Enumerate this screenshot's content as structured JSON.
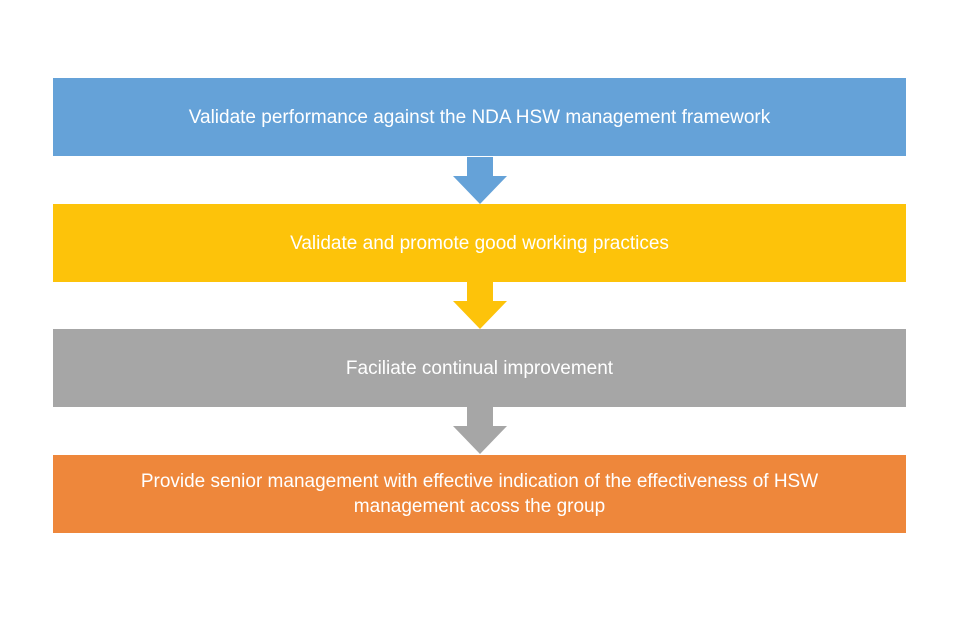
{
  "steps": [
    {
      "label": "Validate performance against the NDA HSW management framework",
      "color": "#65a2d8"
    },
    {
      "label": "Validate and promote good working practices",
      "color": "#fdc30a"
    },
    {
      "label": "Faciliate continual improvement",
      "color": "#a6a6a6"
    },
    {
      "label": "Provide senior management with effective indication of the effectiveness of HSW management acoss the group",
      "color": "#ee873b"
    }
  ],
  "connectors": [
    {
      "from": 1,
      "to": 2,
      "color": "#65a2d8",
      "icon": "arrow-down-icon"
    },
    {
      "from": 2,
      "to": 3,
      "color": "#fdc30a",
      "icon": "arrow-down-icon"
    },
    {
      "from": 3,
      "to": 4,
      "color": "#a6a6a6",
      "icon": "arrow-down-icon"
    }
  ]
}
